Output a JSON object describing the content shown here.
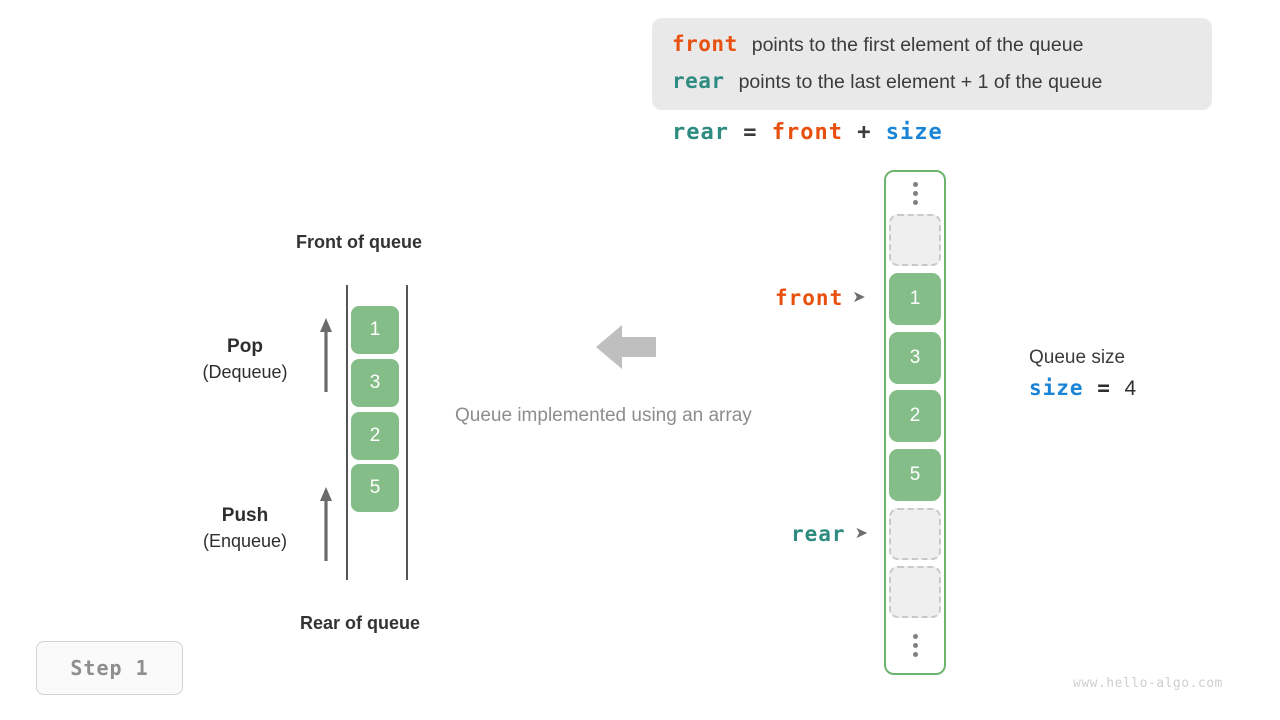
{
  "info_box": {
    "lines": [
      {
        "keyword": "front",
        "keyword_color": "#e8500f",
        "text": "points to the first element of the queue"
      },
      {
        "keyword": "rear",
        "keyword_color": "#2d8b80",
        "text": "points to the last element + 1 of the queue"
      }
    ]
  },
  "formula": {
    "lhs": "rear",
    "equals": "=",
    "term1": "front",
    "plus": "+",
    "term2": "size"
  },
  "left_queue": {
    "top_label": "Front of queue",
    "bottom_label": "Rear of queue",
    "pop": {
      "title": "Pop",
      "subtitle": "(Dequeue)"
    },
    "push": {
      "title": "Push",
      "subtitle": "(Enqueue)"
    },
    "values": [
      "1",
      "3",
      "2",
      "5"
    ]
  },
  "center": {
    "caption": "Queue implemented using an array",
    "arrow_direction": "left"
  },
  "array_column": {
    "slots": [
      {
        "kind": "dots",
        "value": ""
      },
      {
        "kind": "empty",
        "value": ""
      },
      {
        "kind": "filled",
        "value": "1"
      },
      {
        "kind": "filled",
        "value": "3"
      },
      {
        "kind": "filled",
        "value": "2"
      },
      {
        "kind": "filled",
        "value": "5"
      },
      {
        "kind": "empty",
        "value": ""
      },
      {
        "kind": "empty",
        "value": ""
      },
      {
        "kind": "dots",
        "value": ""
      }
    ],
    "front_pointer": {
      "label": "front",
      "tip": "➤"
    },
    "rear_pointer": {
      "label": "rear",
      "tip": "➤"
    }
  },
  "queue_size": {
    "title": "Queue size",
    "variable": "size",
    "equals": "=",
    "value": "4"
  },
  "step_badge": {
    "label": "Step 1"
  },
  "watermark": {
    "text": "www.hello-algo.com"
  },
  "colors": {
    "front": "#e8500f",
    "rear": "#2d8b80",
    "size": "#1a84d6",
    "element_green": "#85bd88",
    "column_border": "#6cb56f",
    "empty_slot": "#efefef",
    "info_bg": "#e9e9e9",
    "muted_text": "#8d8d8d"
  }
}
